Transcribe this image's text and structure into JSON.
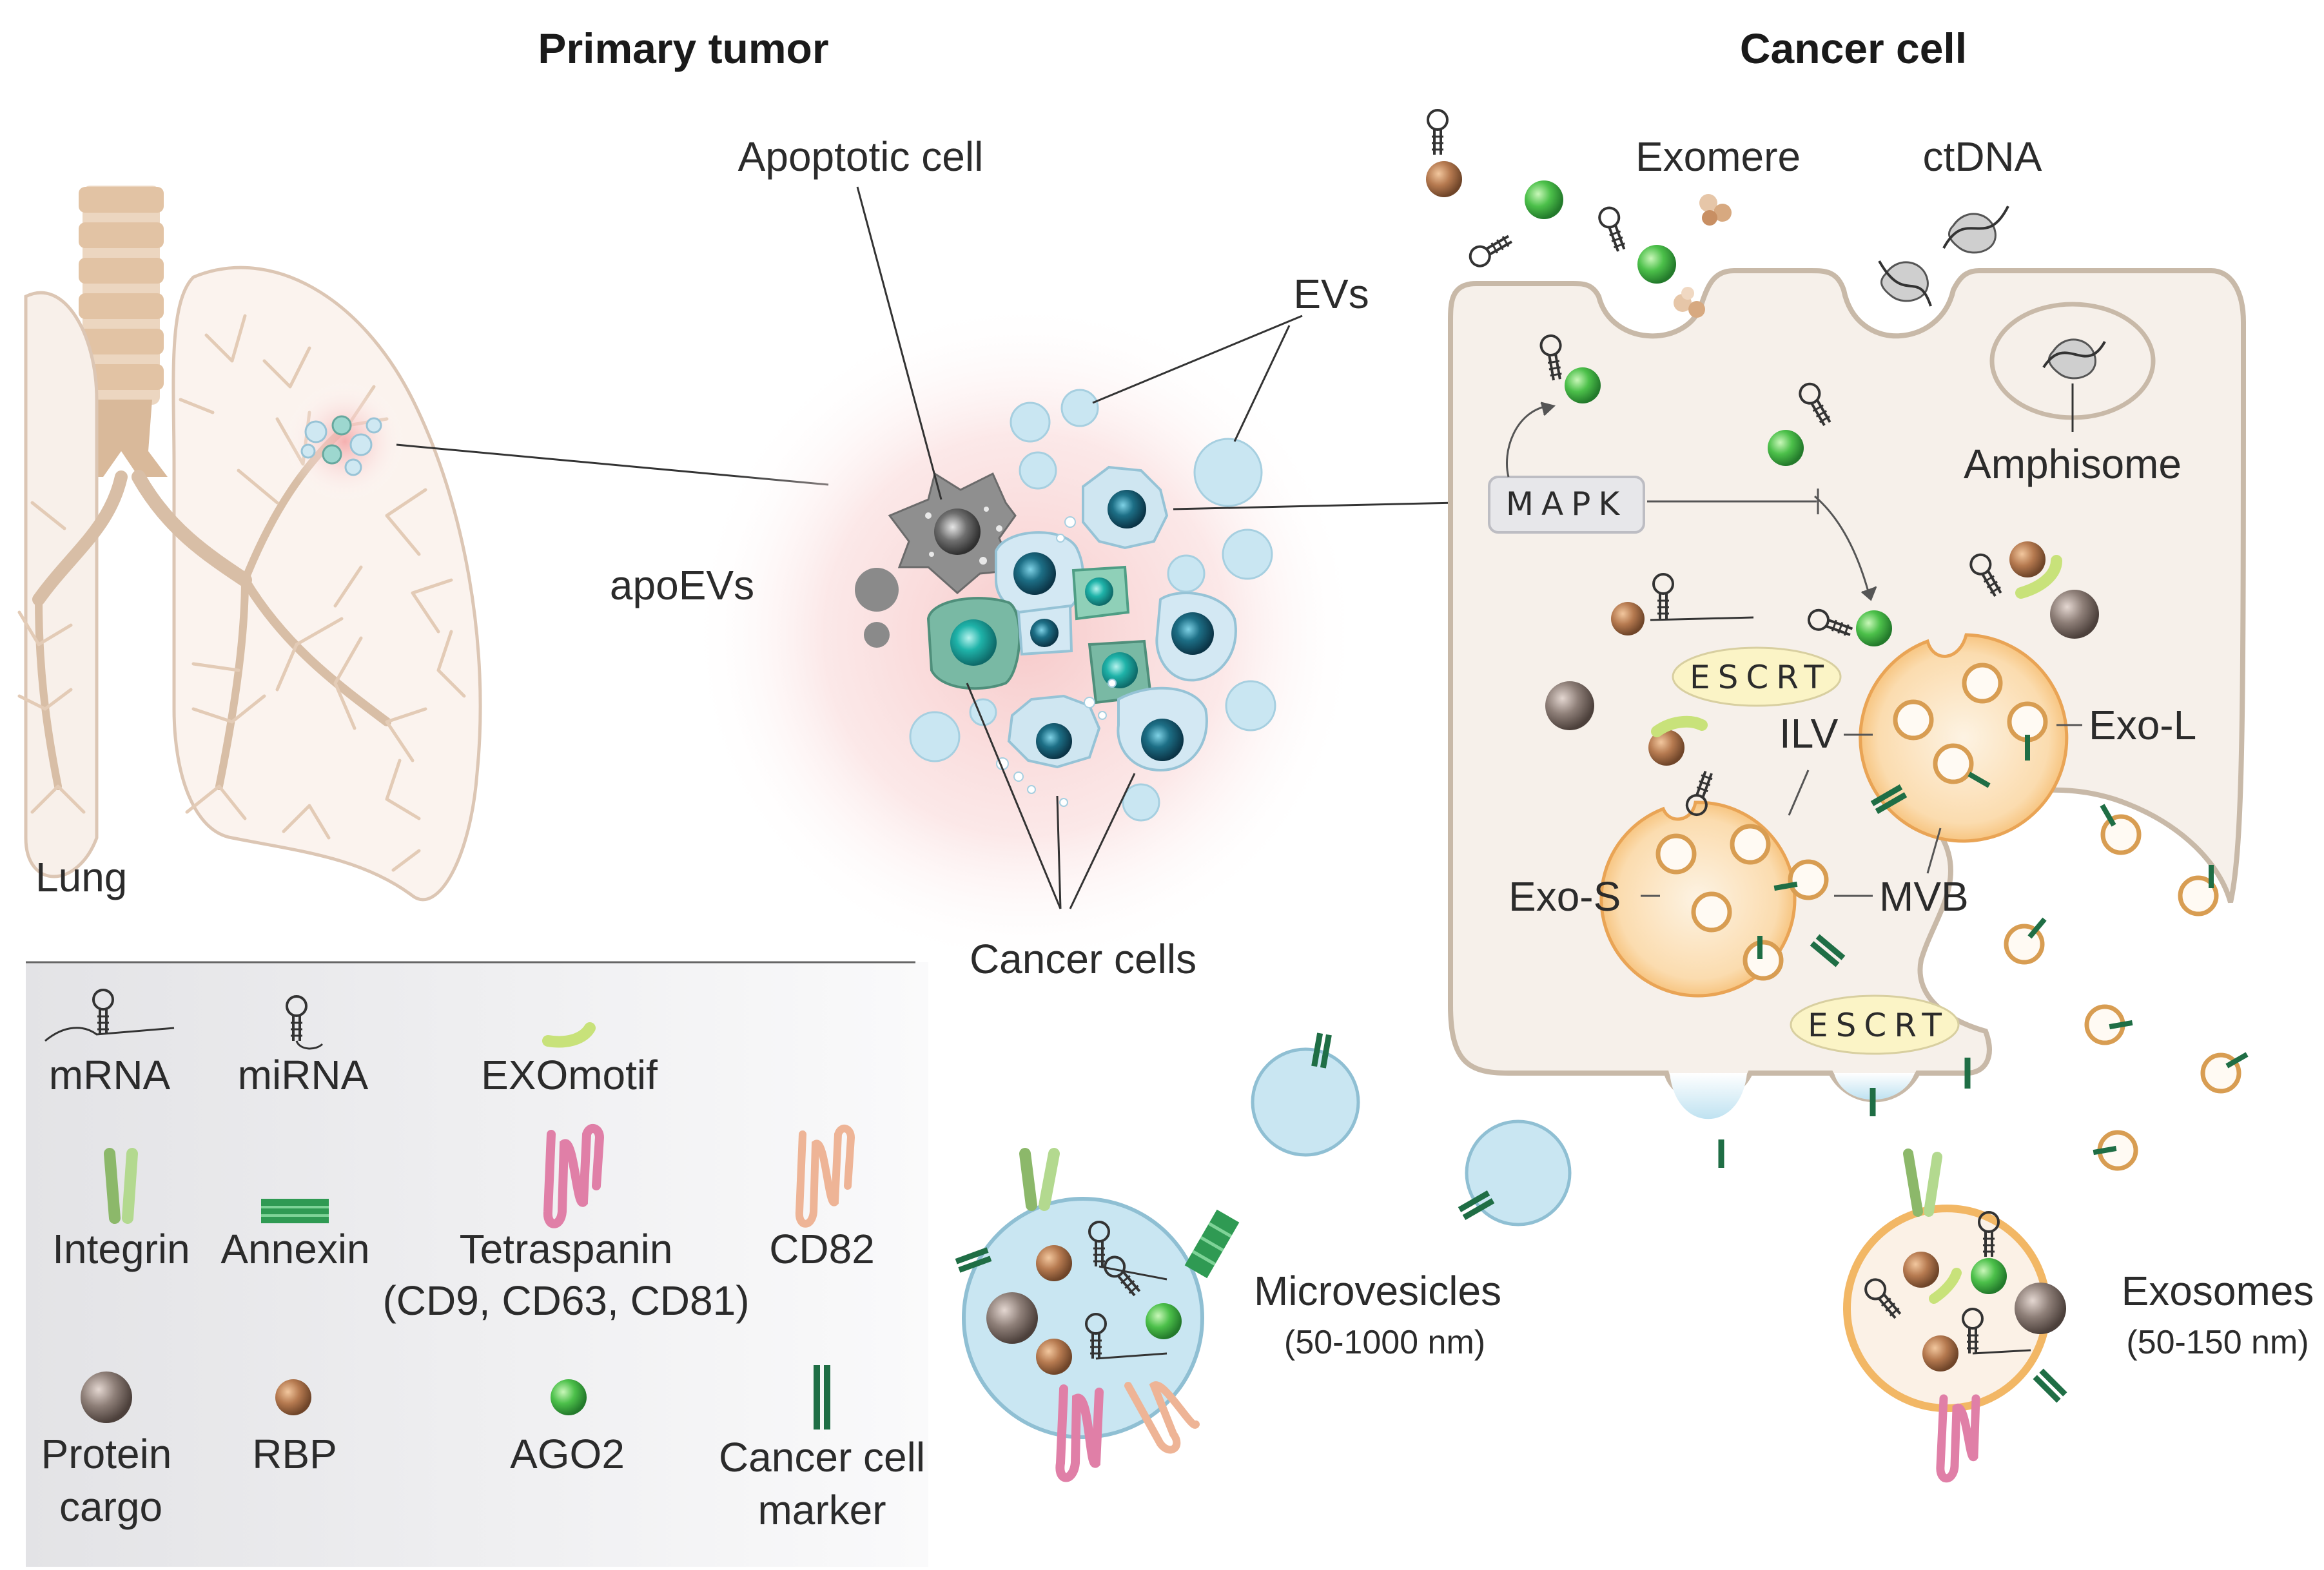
{
  "titles": {
    "primary_tumor": "Primary tumor",
    "cancer_cell": "Cancer cell"
  },
  "labels": {
    "apoptotic_cell": "Apoptotic cell",
    "evs": "EVs",
    "apoevs": "apoEVs",
    "lung": "Lung",
    "cancer_cells": "Cancer cells",
    "exomere": "Exomere",
    "ctdna": "ctDNA",
    "amphisome": "Amphisome",
    "mapk": "MAPK",
    "escrt_top": "ESCRT",
    "escrt_bottom": "ESCRT",
    "ilv": "ILV",
    "exo_l": "Exo-L",
    "exo_s": "Exo-S",
    "mvb": "MVB",
    "microvesicles": "Microvesicles",
    "microvesicles_size": "(50-1000 nm)",
    "exosomes": "Exosomes",
    "exosomes_size": "(50-150 nm)"
  },
  "legend": {
    "mrna": "mRNA",
    "mirna": "miRNA",
    "exomotif": "EXOmotif",
    "integrin": "Integrin",
    "annexin": "Annexin",
    "tetraspanin": "Tetraspanin",
    "tetraspanin_members": "(CD9, CD63, CD81)",
    "cd82": "CD82",
    "protein_cargo_1": "Protein",
    "protein_cargo_2": "cargo",
    "rbp": "RBP",
    "ago2": "AGO2",
    "marker_1": "Cancer cell",
    "marker_2": "marker"
  },
  "colors": {
    "cell_fill": "#f6f0ea",
    "cell_stroke": "#c8b9a8",
    "ev_blue": "#c9e6f2",
    "mvb_orange": "#f7c98a",
    "marker_green": "#1f6e45",
    "ago2_green": "#4cc04a",
    "rbp_brown": "#b67a50",
    "protein_gray": "#8e7f78",
    "tetraspanin_pink": "#e07fa7",
    "cd82_peach": "#eeb496",
    "tumor_glow": "#f7c9c9"
  }
}
